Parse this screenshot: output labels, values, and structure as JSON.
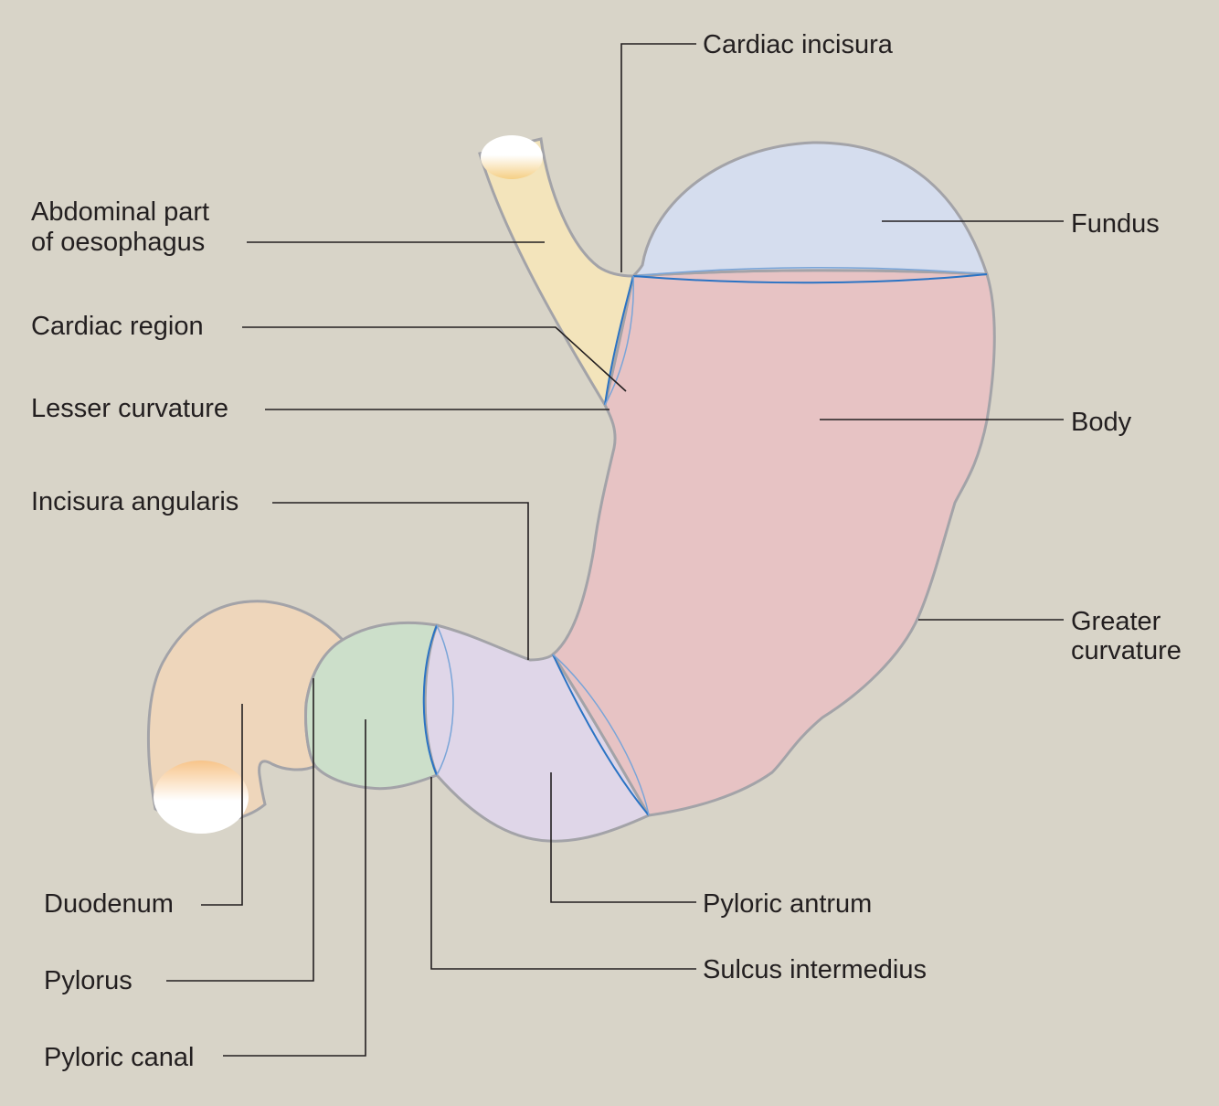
{
  "colors": {
    "background": "#d8d4c8",
    "oesophagus": "#f3e4bb",
    "fundus": "#d5ddee",
    "body": "#e7c3c4",
    "pyloric_antrum": "#dfd6e8",
    "pyloric_canal": "#ccdfca",
    "duodenum": "#eed6bb",
    "outline": "#a3a3a8",
    "region_boundary": "#2a73c4",
    "leader_line": "#231f20"
  },
  "labels": {
    "cardiac_incisura": "Cardiac incisura",
    "abdominal_part_line1": "Abdominal part",
    "abdominal_part_line2": "of oesophagus",
    "fundus": "Fundus",
    "cardiac_region": "Cardiac region",
    "lesser_curvature": "Lesser curvature",
    "body": "Body",
    "incisura_angularis": "Incisura angularis",
    "greater_curvature_line1": "Greater",
    "greater_curvature_line2": "curvature",
    "duodenum": "Duodenum",
    "pyloric_antrum": "Pyloric antrum",
    "sulcus_intermedius": "Sulcus intermedius",
    "pylorus": "Pylorus",
    "pyloric_canal": "Pyloric canal"
  }
}
